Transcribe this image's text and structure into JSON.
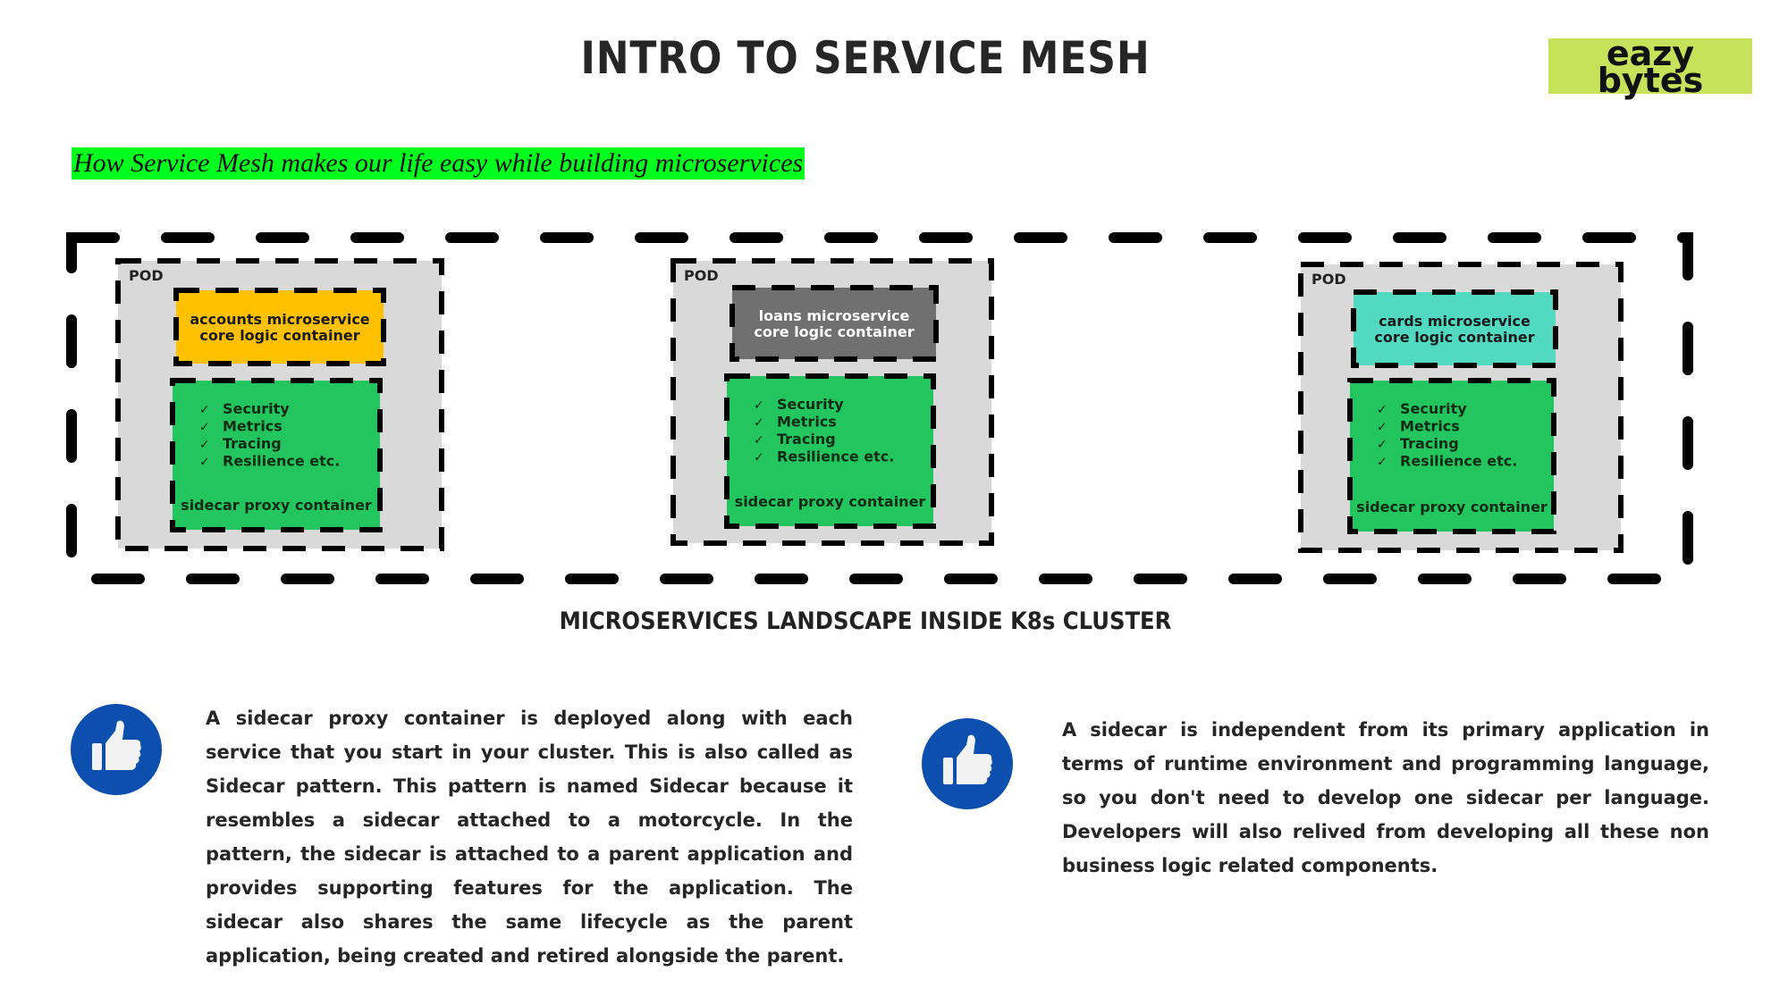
{
  "header": {
    "title": "INTRO TO SERVICE MESH",
    "logo": {
      "line1": "eazy",
      "line2": "bytes",
      "background": "#c6e25b"
    }
  },
  "subtitle": {
    "text": "How Service Mesh makes our life easy while building microservices",
    "highlight": "#00ff1e"
  },
  "diagram": {
    "cluster_caption": "MICROSERVICES LANDSCAPE INSIDE K8s CLUSTER",
    "pods": [
      {
        "label": "POD",
        "core": {
          "line1": "accounts microservice",
          "line2": "core logic container",
          "color": "#ffc000",
          "text_color": "#1a1a1a"
        },
        "sidecar": {
          "features": [
            "Security",
            "Metrics",
            "Tracing",
            "Resilience etc."
          ],
          "label": "sidecar proxy  container",
          "color": "#22c55e"
        }
      },
      {
        "label": "POD",
        "core": {
          "line1": "loans microservice",
          "line2": "core logic container",
          "color": "#707070",
          "text_color": "#ffffff"
        },
        "sidecar": {
          "features": [
            "Security",
            "Metrics",
            "Tracing",
            "Resilience etc."
          ],
          "label": "sidecar proxy  container",
          "color": "#22c55e"
        }
      },
      {
        "label": "POD",
        "core": {
          "line1": "cards microservice",
          "line2": "core logic container",
          "color": "#52d9c2",
          "text_color": "#1a1a1a"
        },
        "sidecar": {
          "features": [
            "Security",
            "Metrics",
            "Tracing",
            "Resilience etc."
          ],
          "label": "sidecar proxy  container",
          "color": "#22c55e"
        }
      }
    ],
    "check_glyph": "✓",
    "pod_background": "#d9d9d9"
  },
  "benefits": [
    {
      "icon": "thumbs-up-icon",
      "text": "A sidecar proxy container is deployed along with each service that you start in your cluster. This is also called as Sidecar pattern. This pattern is named Sidecar because it resembles a sidecar attached to a motorcycle. In the pattern, the sidecar is attached to a parent application and provides supporting features for the application. The sidecar also shares the same lifecycle as the parent application, being created and retired alongside the parent."
    },
    {
      "icon": "thumbs-up-icon",
      "text": "A sidecar is independent from its primary application in terms of runtime environment and programming language, so you don't need to develop one sidecar per language. Developers will also relived from developing all these non business logic related components."
    }
  ]
}
